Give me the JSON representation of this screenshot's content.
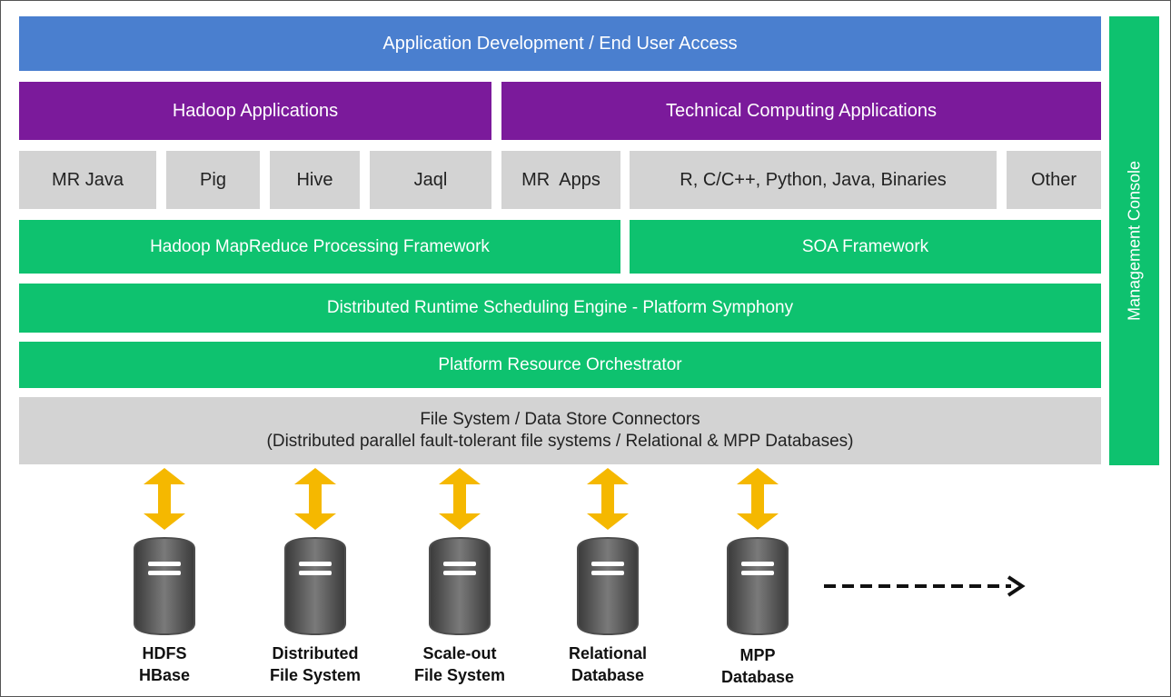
{
  "layers": {
    "app_access": "Application Development / End User Access",
    "hadoop_apps": "Hadoop Applications",
    "technical_apps": "Technical Computing Applications",
    "apps": [
      "MR Java",
      "Pig",
      "Hive",
      "Jaql",
      "MR  Apps",
      "R, C/C++, Python, Java, Binaries",
      "Other"
    ],
    "mapreduce": "Hadoop MapReduce Processing Framework",
    "soa": "SOA Framework",
    "scheduling": "Distributed Runtime Scheduling Engine - Platform Symphony",
    "orchestrator": "Platform Resource Orchestrator",
    "connectors_line1": "File System / Data Store Connectors",
    "connectors_line2": "(Distributed parallel fault-tolerant file systems / Relational & MPP Databases)",
    "management": "Management Console"
  },
  "stores": [
    {
      "line1": "HDFS",
      "line2": "HBase"
    },
    {
      "line1": "Distributed",
      "line2": "File System"
    },
    {
      "line1": "Scale-out",
      "line2": "File System"
    },
    {
      "line1": "Relational",
      "line2": "Database"
    },
    {
      "line1": "MPP",
      "line2": "Database"
    }
  ],
  "colors": {
    "blue": "#4a7fcf",
    "purple": "#7b1a9b",
    "green": "#0ec26f",
    "gray": "#d3d3d3",
    "arrow": "#f5b800",
    "disk": "#4d4d4d"
  }
}
